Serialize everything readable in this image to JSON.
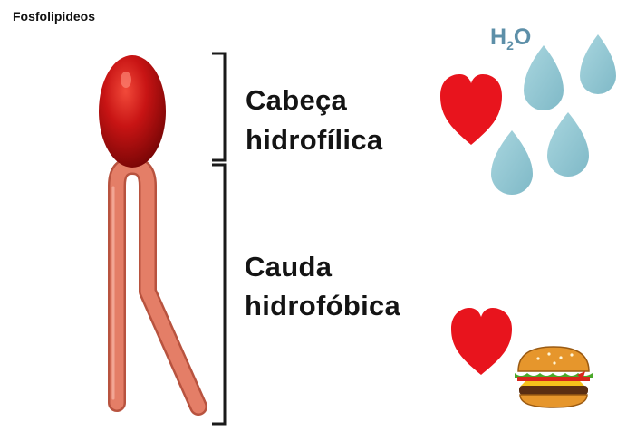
{
  "title": "Fosfolipideos",
  "head": {
    "line1": "Cabeça",
    "line2": "hidrofílica"
  },
  "tail": {
    "line1": "Cauda",
    "line2": "hidrofóbica"
  },
  "water": {
    "formula_main": "H",
    "formula_sub": "2",
    "formula_end": "O"
  },
  "colors": {
    "head": "#b50d0d",
    "tail": "#e07b64",
    "heart": "#e8141d",
    "water_drop": "#8ec5d2",
    "bracket": "#1a1a1a"
  },
  "icons": [
    "phospholipid-head",
    "phospholipid-tails",
    "heart-icon",
    "water-drop-icon",
    "hamburger-icon"
  ]
}
